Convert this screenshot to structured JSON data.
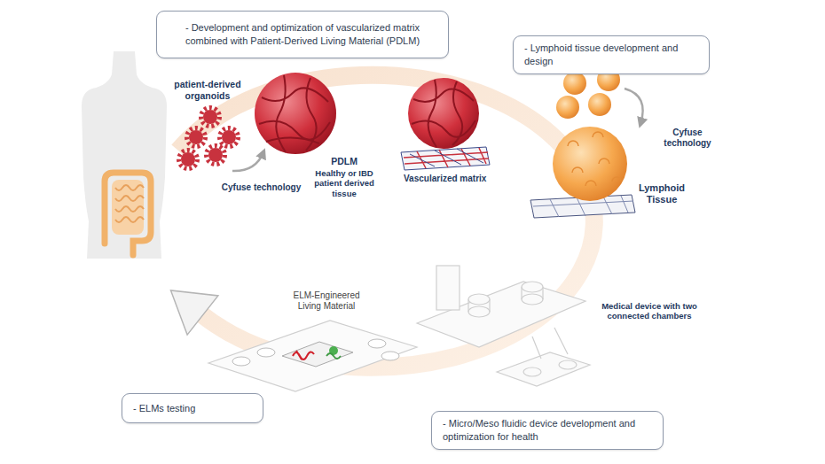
{
  "diagram": {
    "nodes": [
      {
        "text": [
          "- Development and optimization of vascularized matrix combined with Patient-Derived Living Material (PDLM)"
        ]
      },
      {
        "text": [
          "- Lymphoid tissue development and design"
        ]
      },
      {
        "text": [
          "- ELMs testing"
        ]
      },
      {
        "text": [
          "- Micro/Meso fluidic device development and optimization for health"
        ]
      }
    ],
    "labels": [
      "patient-derived organoids",
      "PDLM",
      "Healthy or IBD patient derived tissue",
      "Cyfuse technology",
      "Vascularized matrix",
      "Cyfuse technology",
      "Lymphoid Tissue",
      "Medical device with two connected chambers",
      "ELM-Engineered Living Material"
    ]
  }
}
